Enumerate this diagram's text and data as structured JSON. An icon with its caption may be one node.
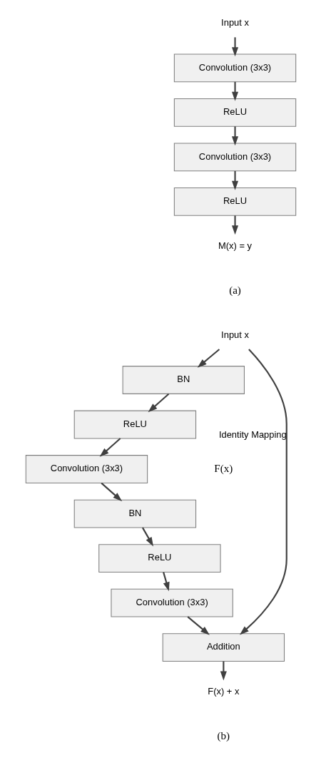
{
  "diagram": {
    "nodes": [
      {
        "text": [
          "Input x"
        ]
      },
      {
        "text": [
          "Convolution (3x3)"
        ]
      },
      {
        "text": [
          "ReLU"
        ]
      },
      {
        "text": [
          "Convolution (3x3)"
        ]
      },
      {
        "text": [
          "ReLU"
        ]
      },
      {
        "text": [
          "M(x) = y"
        ]
      },
      {
        "text": [
          "Input x"
        ]
      },
      {
        "text": [
          "BN"
        ]
      },
      {
        "text": [
          "ReLU"
        ]
      },
      {
        "text": [
          "Convolution (3x3)"
        ]
      },
      {
        "text": [
          "BN"
        ]
      },
      {
        "text": [
          "ReLU"
        ]
      },
      {
        "text": [
          "Convolution (3x3)"
        ]
      },
      {
        "text": [
          "Addition"
        ]
      },
      {
        "text": [
          "F(x) + x"
        ]
      }
    ],
    "edges": [
      {
        "from": 0,
        "to": 1,
        "arrow": "to"
      },
      {
        "from": 1,
        "to": 2,
        "arrow": "to"
      },
      {
        "from": 2,
        "to": 3,
        "arrow": "to"
      },
      {
        "from": 3,
        "to": 4,
        "arrow": "to"
      },
      {
        "from": 4,
        "to": 5,
        "arrow": "to"
      },
      {
        "from": 6,
        "to": 7,
        "arrow": "to"
      },
      {
        "from": 7,
        "to": 8,
        "arrow": "to"
      },
      {
        "from": 8,
        "to": 9,
        "arrow": "to"
      },
      {
        "from": 9,
        "to": 10,
        "arrow": "to"
      },
      {
        "from": 10,
        "to": 11,
        "arrow": "to"
      },
      {
        "from": 11,
        "to": 12,
        "arrow": "to"
      },
      {
        "from": 12,
        "to": 13,
        "arrow": "to"
      },
      {
        "from": 6,
        "to": 13,
        "arrow": "to",
        "label": "Identity Mapping"
      },
      {
        "from": 13,
        "to": 14,
        "arrow": "to"
      }
    ],
    "labels": [
      "(a)",
      "F(x)",
      "(b)"
    ]
  }
}
